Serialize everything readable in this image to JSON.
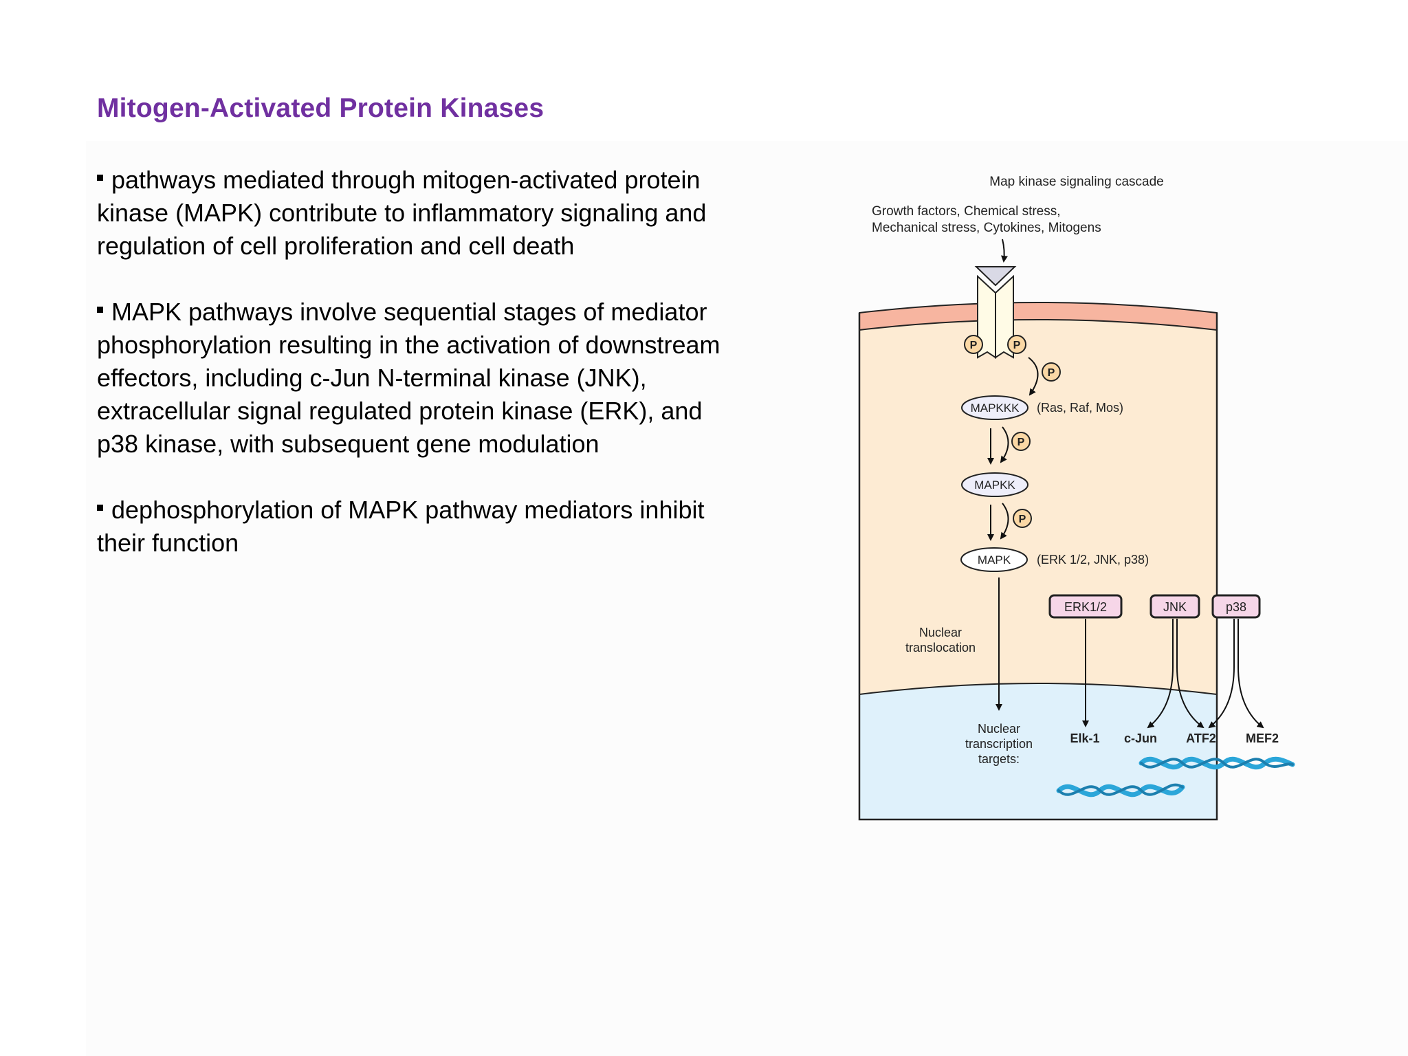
{
  "title": "Mitogen-Activated Protein Kinases",
  "bullets": [
    "pathways mediated through mitogen-activated protein kinase (MAPK) contribute to inflammatory signaling and regulation of cell proliferation and cell death",
    "MAPK pathways involve sequential stages of mediator phosphorylation resulting in the activation of downstream effectors, including c-Jun N-terminal kinase (JNK), extracellular signal regulated protein kinase (ERK), and p38 kinase, with subsequent gene modulation",
    "dephosphorylation of MAPK pathway mediators inhibit their function"
  ],
  "diagram": {
    "title": "Map kinase signaling cascade",
    "stimuli_line1": "Growth factors, Chemical stress,",
    "stimuli_line2": "Mechanical stress, Cytokines, Mitogens",
    "phospho_label": "P",
    "mapkkk": "MAPKKK",
    "mapkkk_examples": "(Ras, Raf, Mos)",
    "mapkk": "MAPKK",
    "mapk": "MAPK",
    "mapk_examples": "(ERK 1/2, JNK, p38)",
    "erk": "ERK1/2",
    "jnk": "JNK",
    "p38": "p38",
    "nuclear_translocation_line1": "Nuclear",
    "nuclear_translocation_line2": "translocation",
    "targets_line1": "Nuclear",
    "targets_line2": "transcription",
    "targets_line3": "targets:",
    "elk1": "Elk-1",
    "cjun": "c-Jun",
    "atf2": "ATF2",
    "mef2": "MEF2",
    "colors": {
      "cytoplasm": "#fdebd3",
      "membrane": "#f7b5a0",
      "nucleus": "#dff1fb",
      "phospho": "#fbd8a5",
      "kinase_oval": "#eeeefa",
      "target_box": "#f6d6e8",
      "dna": "#2ba6d9",
      "title": "#7030a0"
    }
  }
}
